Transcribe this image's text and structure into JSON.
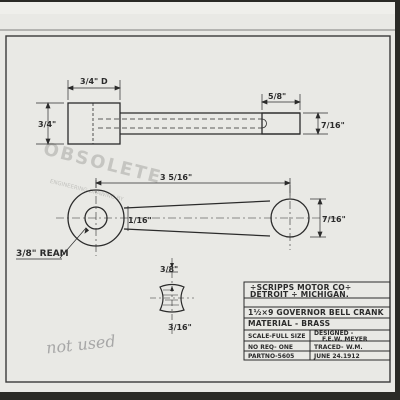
{
  "drawing": {
    "title_block": {
      "company": "÷SCRIPPS MOTOR CO÷",
      "location": "DETROIT ÷ MICHIGAN.",
      "part_name": "1½×9 GOVERNOR BELL CRANK",
      "material": "MATERIAL - BRASS",
      "scale": "SCALE-FULL SIZE",
      "designed_label": "DESIGNED -",
      "designed_by": "F.E.W. MEYER",
      "no_req": "NO REQ- ONE",
      "traced_label": "TRACED-",
      "traced_by": "W.M.",
      "part_no": "PARTNO-5605",
      "date": "JUNE 24.1912"
    },
    "dimensions": {
      "hub_length": "3/4\" D",
      "hub_height": "3/4\"",
      "end_width": "5/8\"",
      "end_height": "7/16\"",
      "overall_length": "3 5/16\"",
      "arm_width": "1/16\"",
      "end_height_plan": "7/16\"",
      "section_top": "3/8\"",
      "section_bottom": "3/16\""
    },
    "callouts": {
      "ream": "3/8\" REAM"
    },
    "stamp": {
      "main": "OBSOLETE",
      "sub": "ENGINEERING DRAWING BY"
    },
    "handwriting": "not used"
  }
}
